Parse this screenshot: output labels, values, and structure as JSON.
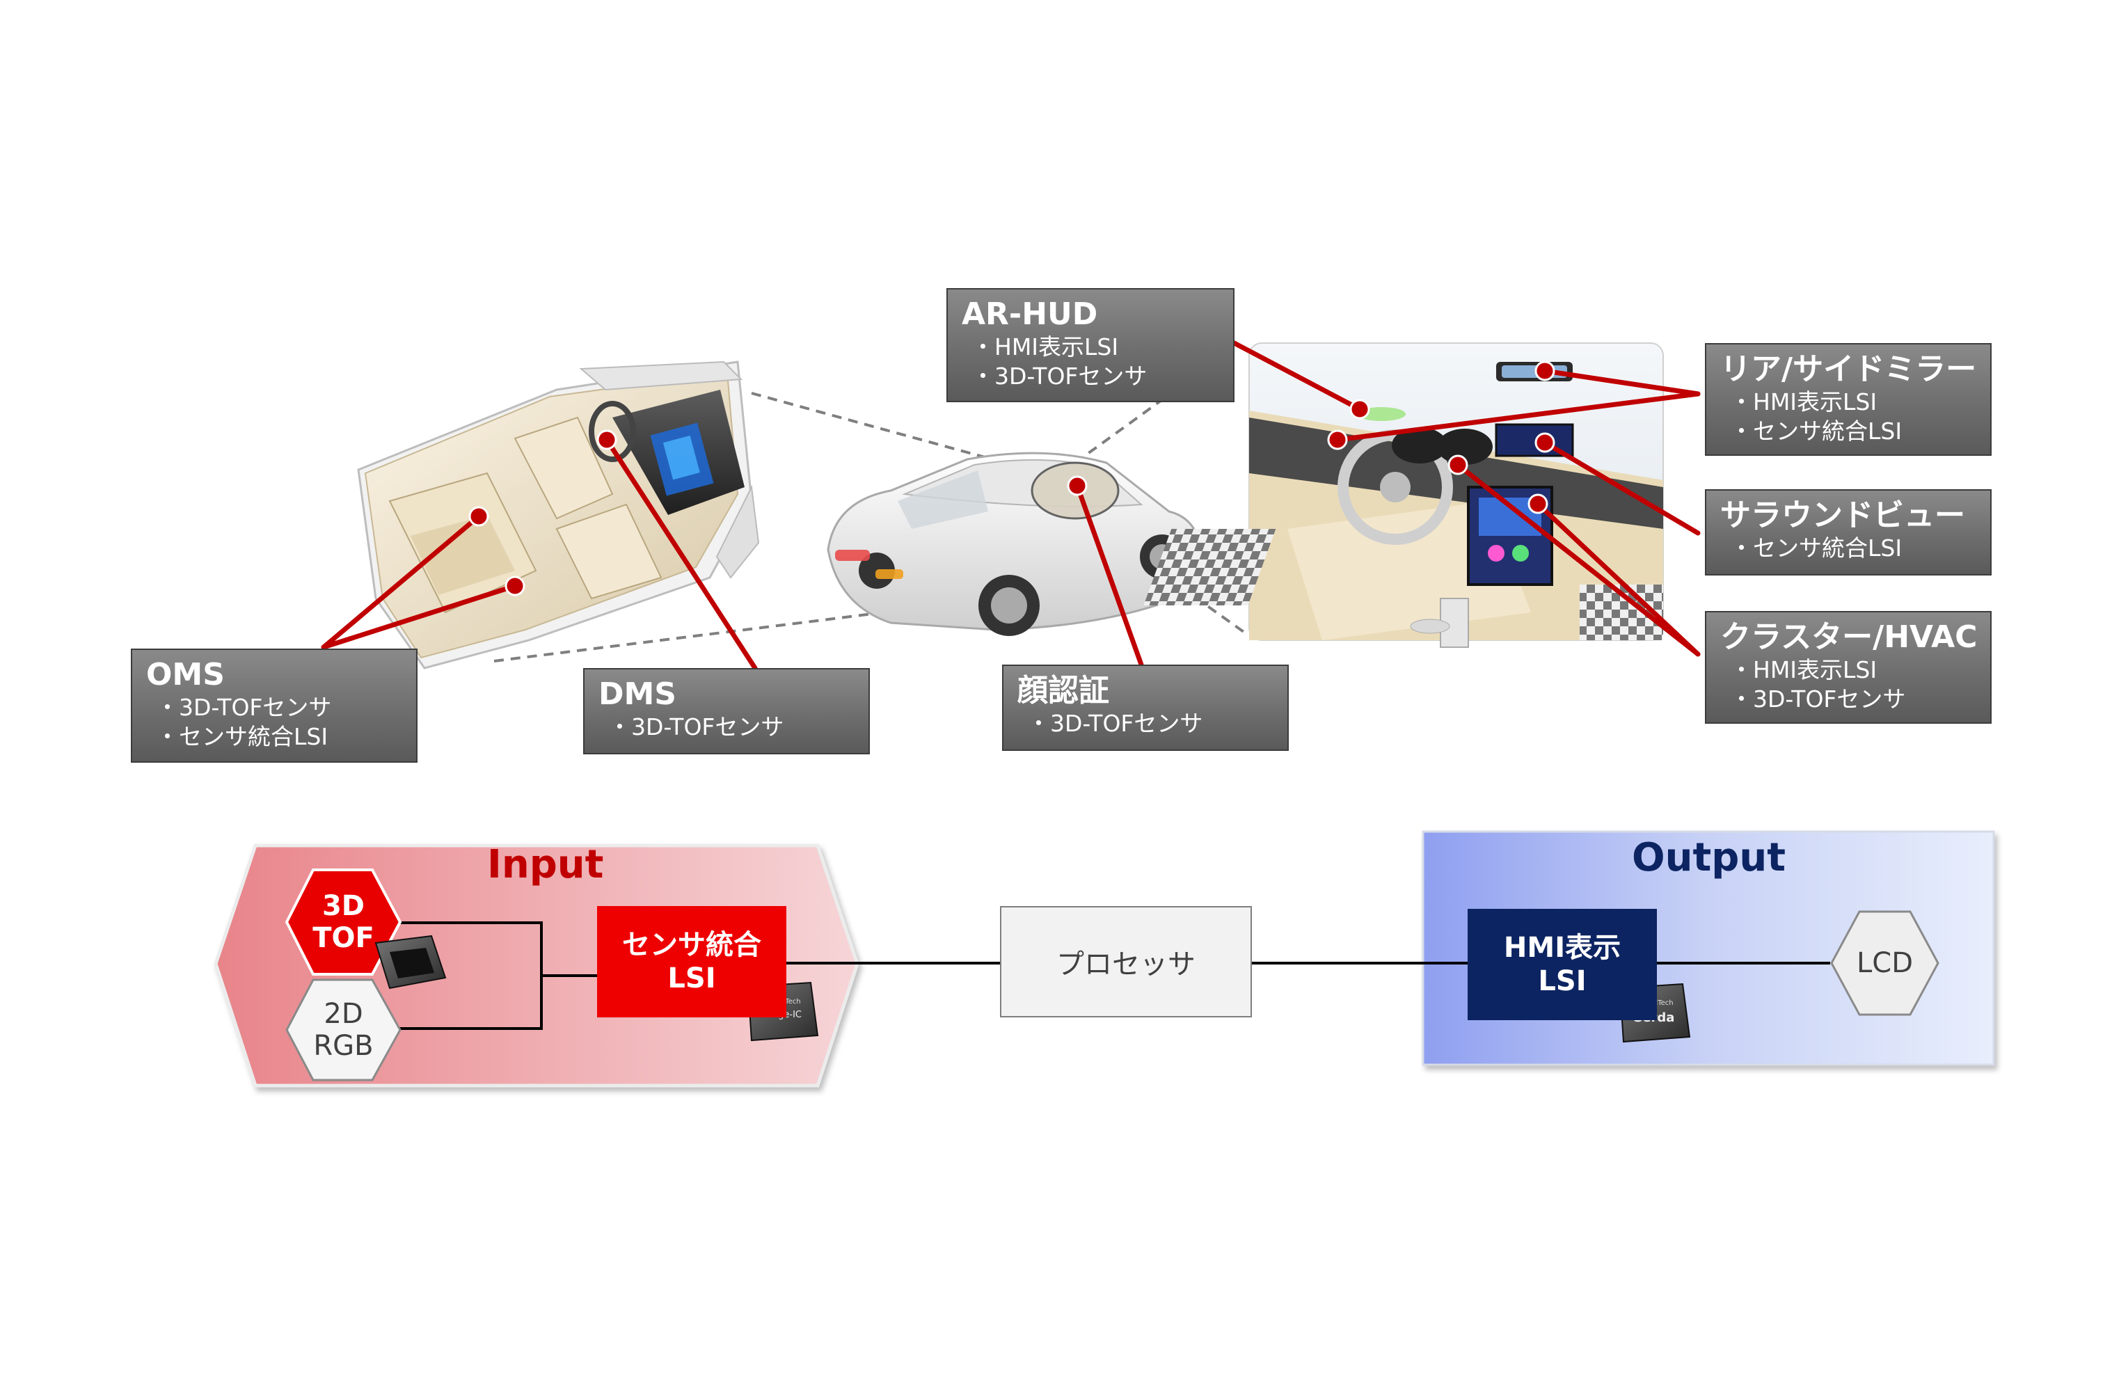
{
  "callouts": {
    "oms": {
      "title": "OMS",
      "items": [
        "・3D-TOFセンサ",
        "・センサ統合LSI"
      ]
    },
    "dms": {
      "title": "DMS",
      "items": [
        "・3D-TOFセンサ"
      ]
    },
    "face": {
      "title": "顔認証",
      "items": [
        "・3D-TOFセンサ"
      ]
    },
    "arhud": {
      "title": "AR-HUD",
      "items": [
        "・HMI表示LSI",
        "・3D-TOFセンサ"
      ]
    },
    "mirror": {
      "title": "リア/サイドミラー",
      "items": [
        "・HMI表示LSI",
        "・センサ統合LSI"
      ]
    },
    "surround": {
      "title": "サラウンドビュー",
      "items": [
        "・センサ統合LSI"
      ]
    },
    "cluster": {
      "title": "クラスター/HVAC",
      "items": [
        "・HMI表示LSI",
        "・3D-TOFセンサ"
      ]
    }
  },
  "diagram": {
    "input_title": "Input",
    "output_title": "Output",
    "tof_label": [
      "3D",
      "TOF"
    ],
    "rgb_label": [
      "2D",
      "RGB"
    ],
    "sensor_lsi": [
      "センサ統合",
      "LSI"
    ],
    "processor": "プロセッサ",
    "hmi_lsi": [
      "HMI表示",
      "LSI"
    ],
    "lcd": "LCD",
    "chip_bridge_maker": "marvelTech",
    "chip_bridge_name": "Bridge-IC",
    "chip_gerda_maker": "marvelTech",
    "chip_gerda_name": "Gerda"
  },
  "colors": {
    "accent_red": "#ee0000",
    "title_red": "#c00000",
    "navy": "#0c2461",
    "leader_line": "#c00000",
    "callout_gray": "#6e6e6e"
  }
}
